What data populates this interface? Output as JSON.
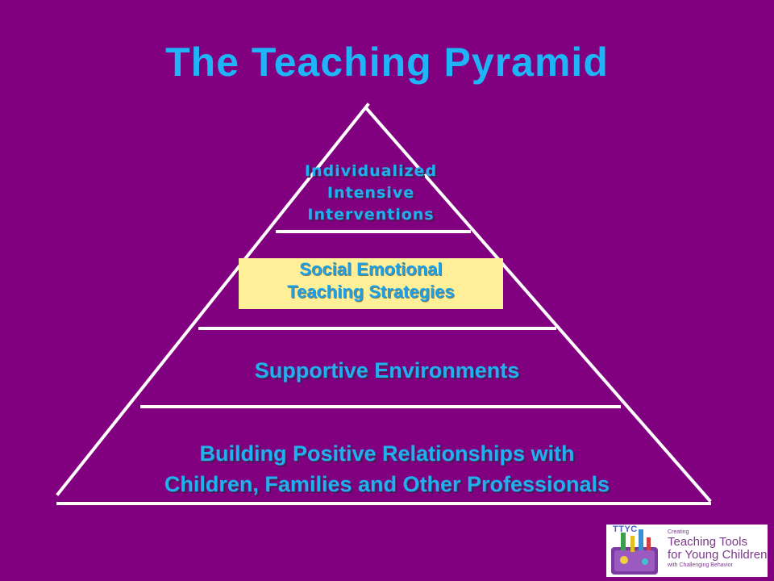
{
  "title": "The Teaching Pyramid",
  "levels": {
    "top": [
      "Individualized",
      "Intensive",
      "Interventions"
    ],
    "second": [
      "Social Emotional",
      "Teaching Strategies"
    ],
    "third": "Supportive Environments",
    "base": [
      "Building Positive Relationships with",
      "Children, Families and Other Professionals"
    ]
  },
  "logo": {
    "badge": "TTYC",
    "line1": "Creating",
    "line2": "Teaching Tools",
    "line3": "for Young Children",
    "line4": "with Challenging Behavior"
  },
  "colors": {
    "background": "#800080",
    "title": "#1eb4f5",
    "level_text": "#20b0f0",
    "highlight_box": "#ffef99",
    "lines": "#ffffff"
  }
}
